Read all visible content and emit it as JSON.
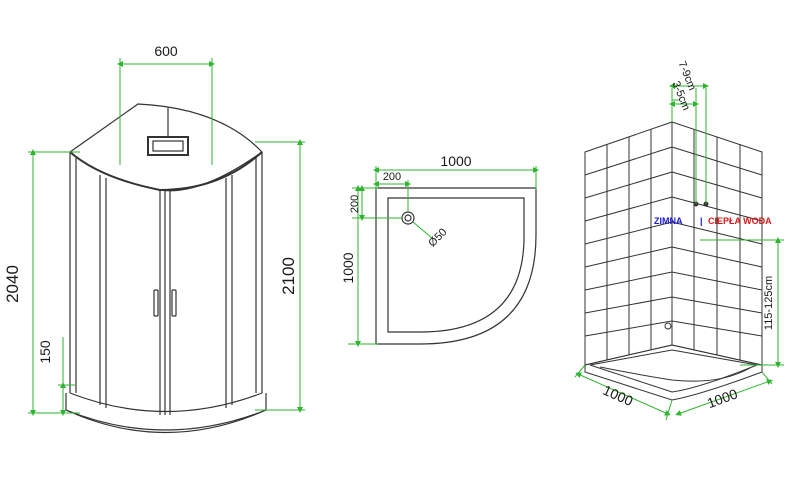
{
  "colors": {
    "dimension": "#2fb52f",
    "outline": "#333333",
    "cold": "#1818d0",
    "hot": "#d81818"
  },
  "cabin": {
    "width": "600",
    "height_total": "2040",
    "height_full": "2100",
    "tray_height": "150"
  },
  "tray": {
    "width": "1000",
    "depth": "1000",
    "radius_x": "200",
    "radius_y": "200",
    "drain": "Ø50"
  },
  "install": {
    "spacing_outer": "7-9cm",
    "spacing_inner": "3-5cm",
    "cold_label": "ZIMNA",
    "separator": "|",
    "hot_label": "CIEPŁA WODA",
    "height_range": "115-125cm",
    "wall_left": "1000",
    "wall_right": "1000"
  }
}
